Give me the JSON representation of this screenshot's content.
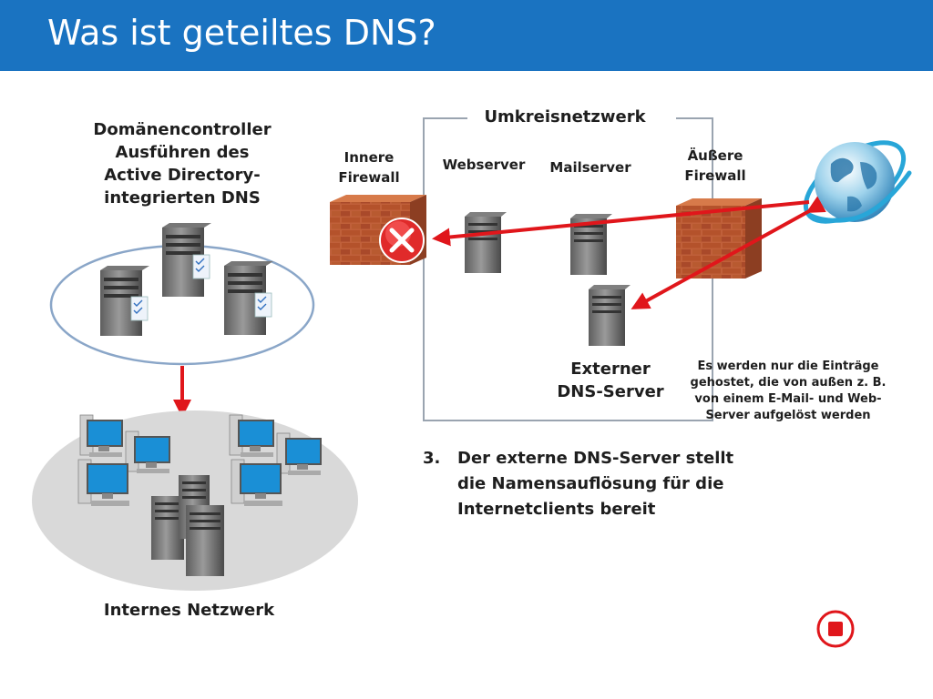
{
  "slide": {
    "title": "Was ist geteiltes DNS?"
  },
  "labels": {
    "dc_line1": "Domänencontroller",
    "dc_line2": "Ausführen des",
    "dc_line3": "Active Directory-",
    "dc_line4": "integrierten DNS",
    "perimeter": "Umkreisnetzwerk",
    "inner_fw_line1": "Innere",
    "inner_fw_line2": "Firewall",
    "webserver": "Webserver",
    "mailserver": "Mailserver",
    "outer_fw_line1": "Äußere",
    "outer_fw_line2": "Firewall",
    "ext_dns_line1": "Externer",
    "ext_dns_line2": "DNS-Server",
    "internal_net": "Internes Netzwerk"
  },
  "note": {
    "line1": "Es werden nur die Einträge",
    "line2": "gehostet, die von außen z. B.",
    "line3": "von einem E-Mail- und Web-",
    "line4": "Server aufgelöst werden"
  },
  "statement": {
    "number": "3.",
    "text": "Der externe DNS-Server stellt die Namensauflösung für die Internetclients bereit"
  },
  "icons": {
    "blocked": "error-x-icon",
    "stop": "stop-button-icon",
    "internet": "globe-icon"
  },
  "colors": {
    "header": "#1a73c1",
    "arrow": "#e0161b",
    "ellipse_stroke": "#8aa6c8",
    "lan_fill": "#d9d9d9",
    "brick": "#b4522b"
  }
}
